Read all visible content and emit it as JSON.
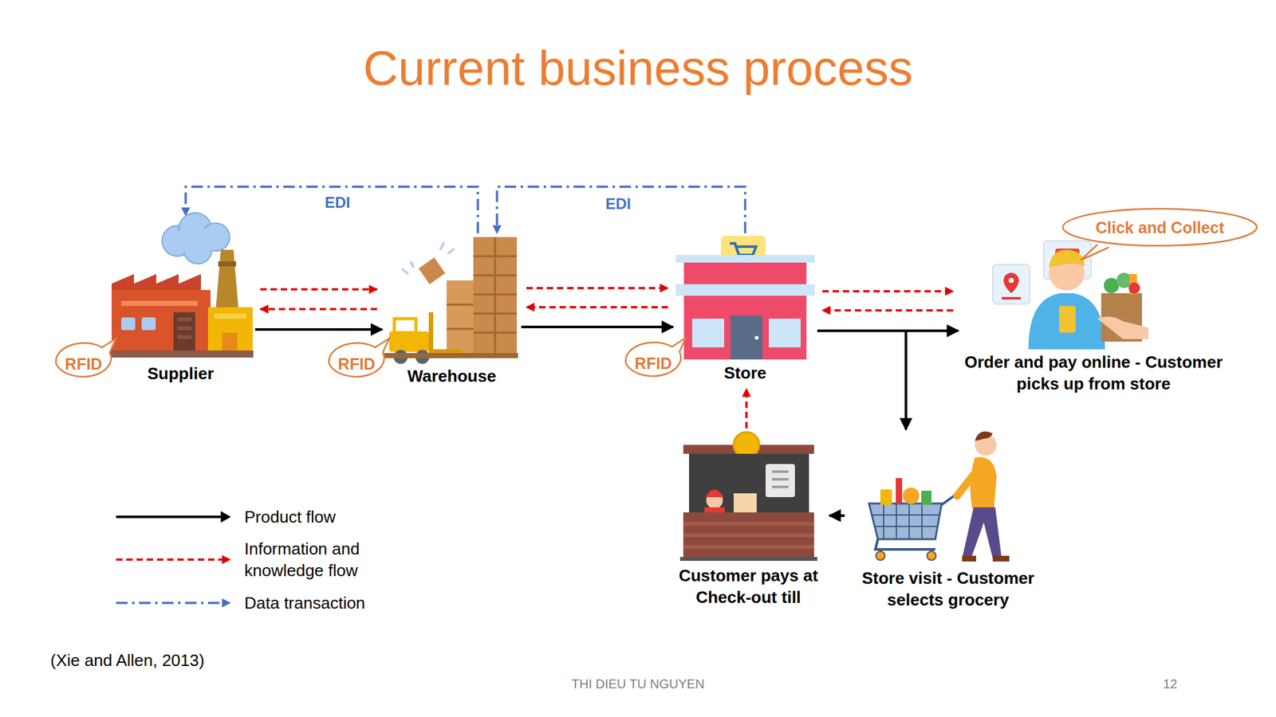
{
  "diagram": {
    "title": "Current business process",
    "nodes": [
      {
        "text": [
          "Supplier"
        ]
      },
      {
        "text": [
          "Warehouse"
        ]
      },
      {
        "text": [
          "Store"
        ]
      },
      {
        "text": [
          "Order and pay online - Customer picks up from store"
        ]
      },
      {
        "text": [
          "Customer pays at Check-out till"
        ]
      },
      {
        "text": [
          "Store visit - Customer selects grocery"
        ]
      }
    ],
    "edges": [
      {
        "from": 0,
        "to": 1,
        "arrow": "to"
      },
      {
        "from": 0,
        "to": 1,
        "arrow": "to"
      },
      {
        "from": 1,
        "to": 0,
        "arrow": "to"
      },
      {
        "from": 1,
        "to": 2,
        "arrow": "to"
      },
      {
        "from": 1,
        "to": 2,
        "arrow": "to"
      },
      {
        "from": 2,
        "to": 1,
        "arrow": "to"
      },
      {
        "from": 2,
        "to": 3,
        "arrow": "to"
      },
      {
        "from": 2,
        "to": 3,
        "arrow": "to"
      },
      {
        "from": 3,
        "to": 2,
        "arrow": "to"
      },
      {
        "from": 2,
        "to": 5,
        "arrow": "to"
      },
      {
        "from": 5,
        "to": 4,
        "arrow": "to"
      },
      {
        "from": 4,
        "to": 2,
        "arrow": "to"
      },
      {
        "from": 1,
        "to": 0,
        "label": "EDI",
        "arrow": "to"
      },
      {
        "from": 2,
        "to": 1,
        "label": "EDI",
        "arrow": "to"
      }
    ],
    "labels": [
      "RFID",
      "RFID",
      "RFID",
      "Click and Collect",
      "(Xie and Allen, 2013)",
      "THI DIEU TU NGUYEN",
      "12"
    ],
    "legend": [
      {
        "text": "Product flow"
      },
      {
        "text": "Information and knowledge flow"
      },
      {
        "text": "Data transaction"
      }
    ]
  }
}
